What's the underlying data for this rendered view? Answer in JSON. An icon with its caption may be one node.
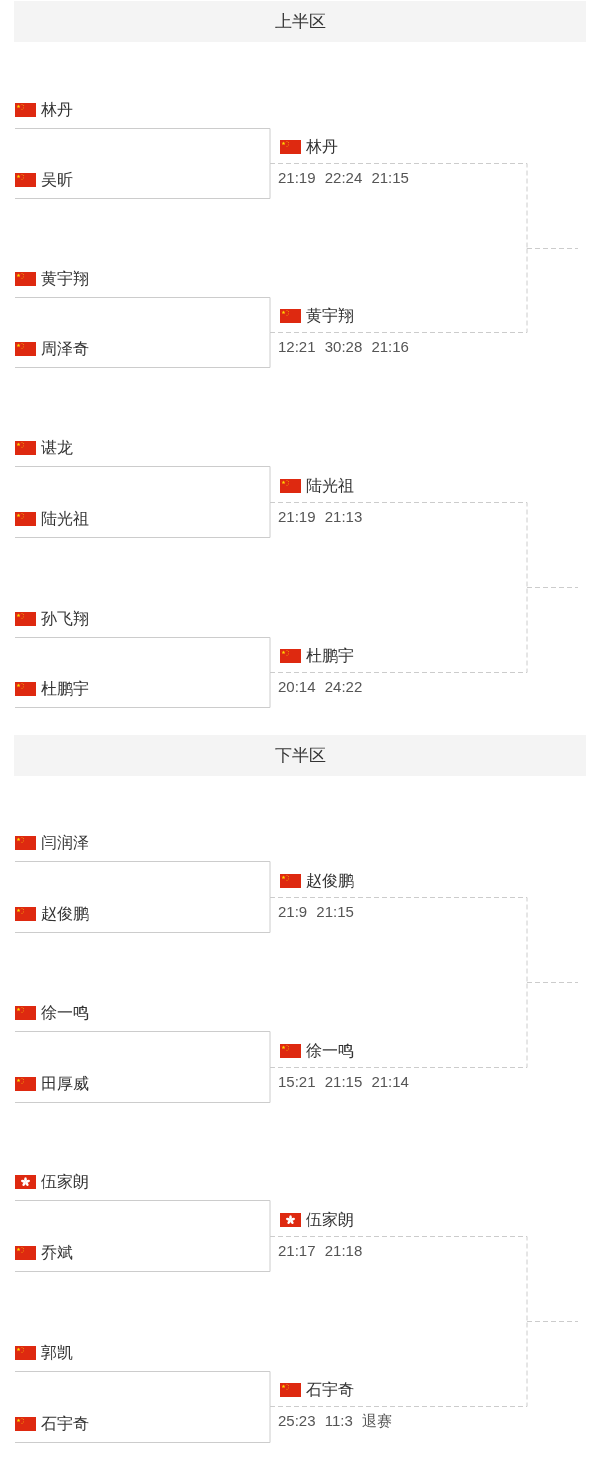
{
  "diagram": {
    "nodes": [
      {
        "text": [
          "上半区"
        ]
      },
      {
        "text": [
          "林丹"
        ]
      },
      {
        "text": [
          "林丹"
        ],
        "beside": [
          "21:19 22:24 21:15"
        ]
      },
      {
        "text": [
          "吴昕"
        ]
      },
      {
        "text": [
          "黄宇翔"
        ]
      },
      {
        "text": [
          "黄宇翔"
        ],
        "beside": [
          "12:21 30:28 21:16"
        ]
      },
      {
        "text": [
          "周泽奇"
        ]
      },
      {
        "text": [
          "谌龙"
        ]
      },
      {
        "text": [
          "陆光祖"
        ],
        "beside": [
          "21:19 21:13"
        ]
      },
      {
        "text": [
          "陆光祖"
        ]
      },
      {
        "text": [
          "孙飞翔"
        ]
      },
      {
        "text": [
          "杜鹏宇"
        ],
        "beside": [
          "20:14 24:22"
        ]
      },
      {
        "text": [
          "杜鹏宇"
        ]
      },
      {
        "text": [
          "下半区"
        ]
      },
      {
        "text": [
          "闫润泽"
        ]
      },
      {
        "text": [
          "赵俊鹏"
        ],
        "beside": [
          "21:9 21:15"
        ]
      },
      {
        "text": [
          "赵俊鹏"
        ]
      },
      {
        "text": [
          "徐一鸣"
        ]
      },
      {
        "text": [
          "徐一鸣"
        ],
        "beside": [
          "15:21 21:15 21:14"
        ]
      },
      {
        "text": [
          "田厚威"
        ]
      },
      {
        "text": [
          "伍家朗"
        ]
      },
      {
        "text": [
          "伍家朗"
        ],
        "beside": [
          "21:17 21:18"
        ]
      },
      {
        "text": [
          "乔斌"
        ]
      },
      {
        "text": [
          "郭凯"
        ]
      },
      {
        "text": [
          "石宇奇"
        ],
        "beside": [
          "25:23 11:3 退赛"
        ]
      },
      {
        "text": [
          "石宇奇"
        ]
      }
    ],
    "edges": [
      {
        "from": 1,
        "to": 2,
        "arrow": "none"
      },
      {
        "from": 3,
        "to": 2,
        "arrow": "none"
      },
      {
        "from": 4,
        "to": 5,
        "arrow": "none"
      },
      {
        "from": 6,
        "to": 5,
        "arrow": "none"
      },
      {
        "from": 2,
        "to": null,
        "arrow": "none",
        "style": "dashed"
      },
      {
        "from": 5,
        "to": null,
        "arrow": "none",
        "style": "dashed"
      },
      {
        "from": 7,
        "to": 8,
        "arrow": "none"
      },
      {
        "from": 9,
        "to": 8,
        "arrow": "none"
      },
      {
        "from": 10,
        "to": 11,
        "arrow": "none"
      },
      {
        "from": 12,
        "to": 11,
        "arrow": "none"
      },
      {
        "from": 8,
        "to": null,
        "arrow": "none",
        "style": "dashed"
      },
      {
        "from": 11,
        "to": null,
        "arrow": "none",
        "style": "dashed"
      },
      {
        "from": 14,
        "to": 15,
        "arrow": "none"
      },
      {
        "from": 16,
        "to": 15,
        "arrow": "none"
      },
      {
        "from": 17,
        "to": 18,
        "arrow": "none"
      },
      {
        "from": 19,
        "to": 18,
        "arrow": "none"
      },
      {
        "from": 15,
        "to": null,
        "arrow": "none",
        "style": "dashed"
      },
      {
        "from": 18,
        "to": null,
        "arrow": "none",
        "style": "dashed"
      },
      {
        "from": 20,
        "to": 21,
        "arrow": "none"
      },
      {
        "from": 22,
        "to": 21,
        "arrow": "none"
      },
      {
        "from": 23,
        "to": 24,
        "arrow": "none"
      },
      {
        "from": 25,
        "to": 24,
        "arrow": "none"
      },
      {
        "from": 21,
        "to": null,
        "arrow": "none",
        "style": "dashed"
      },
      {
        "from": 24,
        "to": null,
        "arrow": "none",
        "style": "dashed"
      }
    ]
  }
}
